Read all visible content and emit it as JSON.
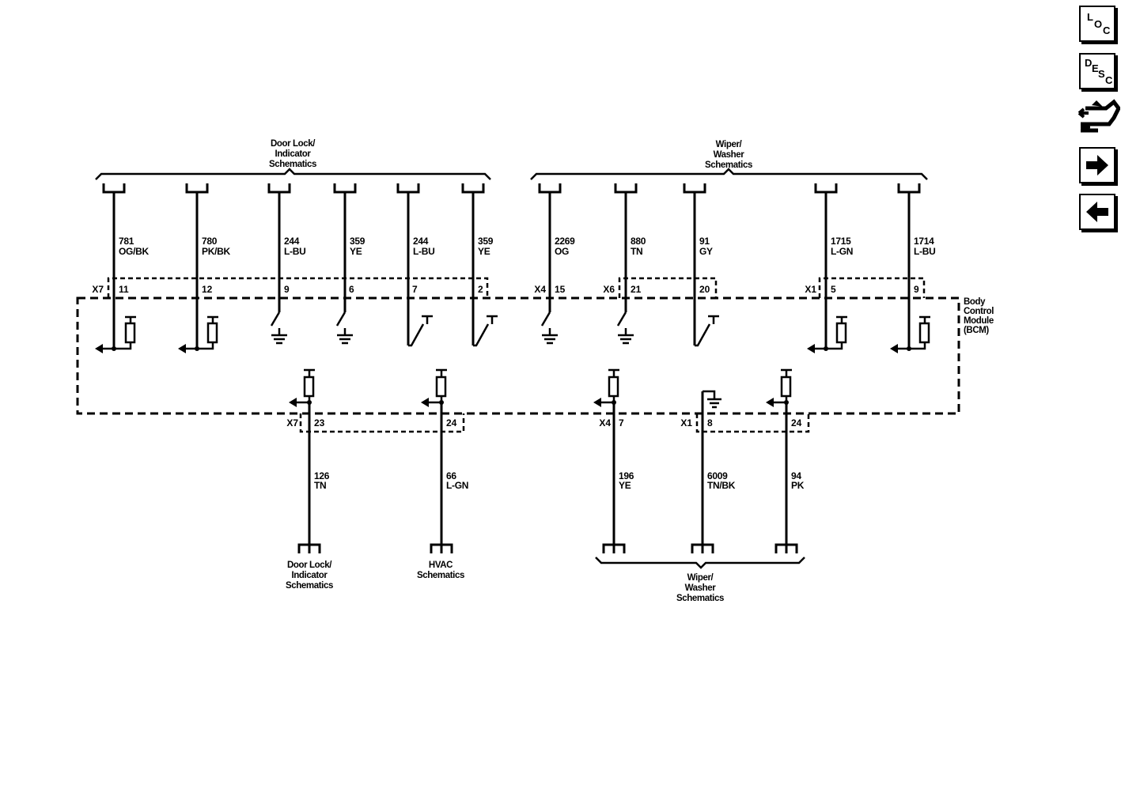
{
  "nav": {
    "loc_letters": [
      "L",
      "O",
      "C"
    ],
    "desc_letters": [
      "D",
      "E",
      "S",
      "C"
    ]
  },
  "module": {
    "label_lines": [
      "Body",
      "Control",
      "Module",
      "(BCM)"
    ]
  },
  "top_groups": [
    {
      "label_lines": [
        "Door Lock/",
        "Indicator",
        "Schematics"
      ]
    },
    {
      "label_lines": [
        "Wiper/",
        "Washer",
        "Schematics"
      ]
    }
  ],
  "bottom_groups": [
    {
      "label_lines": [
        "Door Lock/",
        "Indicator",
        "Schematics"
      ]
    },
    {
      "label_lines": [
        "HVAC",
        "Schematics"
      ]
    },
    {
      "label_lines": [
        "Wiper/",
        "Washer",
        "Schematics"
      ]
    }
  ],
  "top_connectors": [
    {
      "connector": "X7",
      "pins": [
        "11",
        "12",
        "9",
        "6",
        "7",
        "2"
      ]
    },
    {
      "connector": "X4",
      "pins": [
        "15"
      ]
    },
    {
      "connector": "X6",
      "pins": [
        "21",
        "20"
      ]
    },
    {
      "connector": "X1",
      "pins": [
        "5",
        "9"
      ]
    }
  ],
  "bottom_connectors": [
    {
      "connector": "X7",
      "pins": [
        "23",
        "24"
      ]
    },
    {
      "connector": "X4",
      "pins": [
        "7"
      ]
    },
    {
      "connector": "X1",
      "pins": [
        "8",
        "24"
      ]
    }
  ],
  "top_circuits": [
    {
      "circuit": "781",
      "color": "OG/BK"
    },
    {
      "circuit": "780",
      "color": "PK/BK"
    },
    {
      "circuit": "244",
      "color": "L-BU"
    },
    {
      "circuit": "359",
      "color": "YE"
    },
    {
      "circuit": "244",
      "color": "L-BU"
    },
    {
      "circuit": "359",
      "color": "YE"
    },
    {
      "circuit": "2269",
      "color": "OG"
    },
    {
      "circuit": "880",
      "color": "TN"
    },
    {
      "circuit": "91",
      "color": "GY"
    },
    {
      "circuit": "1715",
      "color": "L-GN"
    },
    {
      "circuit": "1714",
      "color": "L-BU"
    }
  ],
  "bottom_circuits": [
    {
      "circuit": "126",
      "color": "TN"
    },
    {
      "circuit": "66",
      "color": "L-GN"
    },
    {
      "circuit": "196",
      "color": "YE"
    },
    {
      "circuit": "6009",
      "color": "TN/BK"
    },
    {
      "circuit": "94",
      "color": "PK"
    }
  ]
}
